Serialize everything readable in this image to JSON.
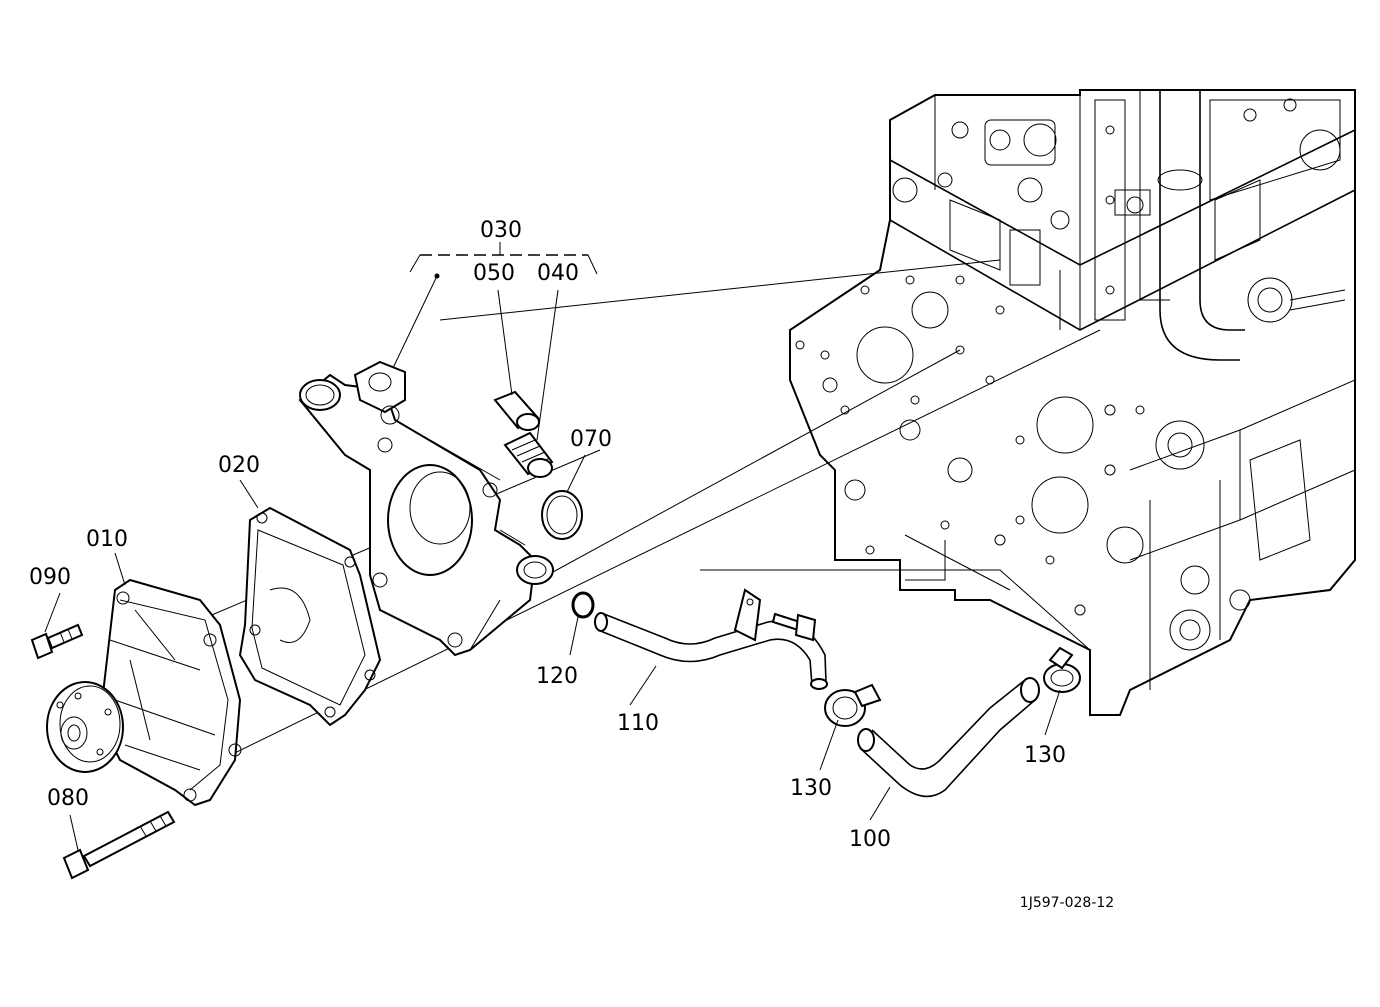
{
  "diagram": {
    "figure_code": "1J597-028-12",
    "callouts": [
      {
        "id": "030",
        "label": "030"
      },
      {
        "id": "050",
        "label": "050"
      },
      {
        "id": "040",
        "label": "040"
      },
      {
        "id": "070",
        "label": "070"
      },
      {
        "id": "020",
        "label": "020"
      },
      {
        "id": "010",
        "label": "010"
      },
      {
        "id": "090",
        "label": "090"
      },
      {
        "id": "080",
        "label": "080"
      },
      {
        "id": "120",
        "label": "120"
      },
      {
        "id": "110",
        "label": "110"
      },
      {
        "id": "130a",
        "label": "130"
      },
      {
        "id": "130b",
        "label": "130"
      },
      {
        "id": "100",
        "label": "100"
      }
    ]
  }
}
